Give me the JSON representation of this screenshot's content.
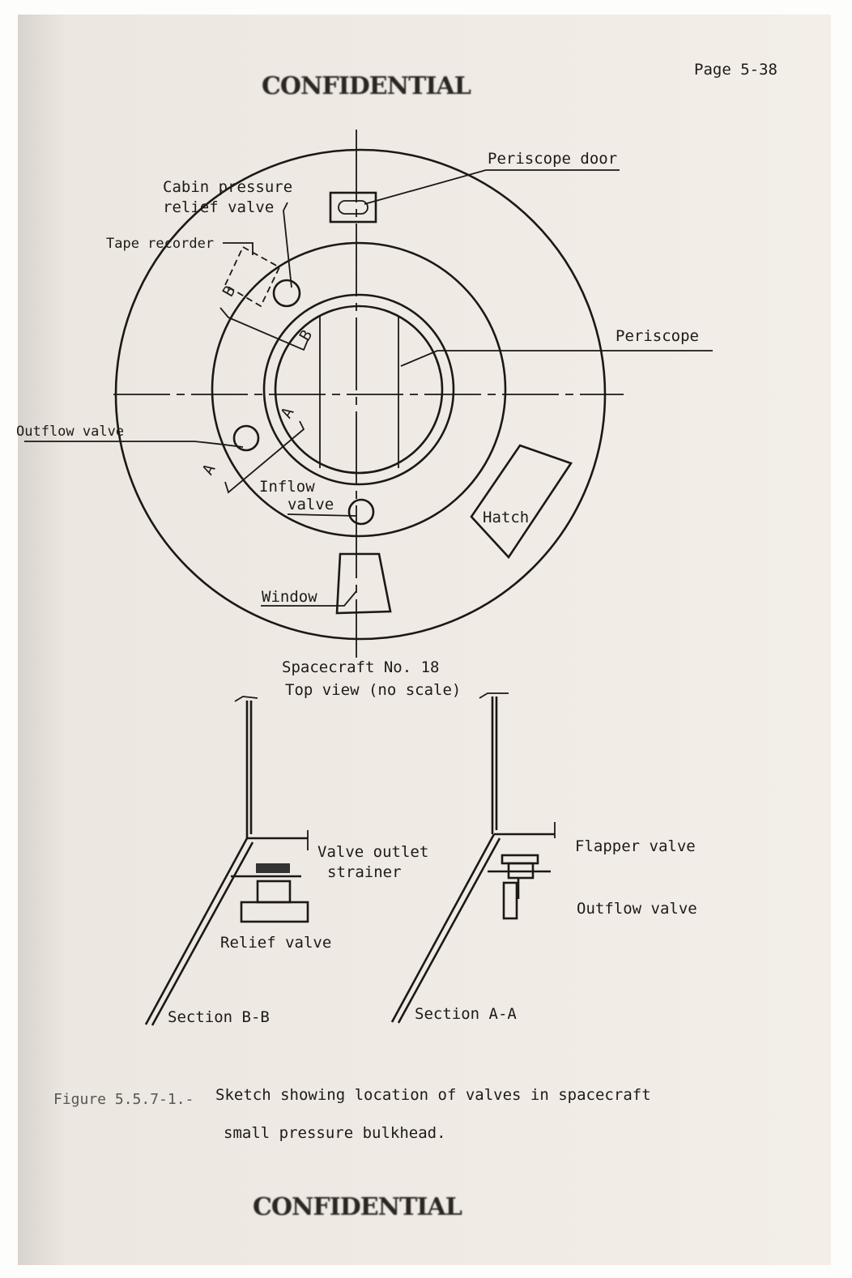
{
  "page_number": "Page 5-38",
  "classification_top": "CONFIDENTIAL",
  "classification_bottom": "CONFIDENTIAL",
  "top_view": {
    "labels": {
      "periscope_door": "Periscope door",
      "cabin_pressure_1": "Cabin pressure",
      "cabin_pressure_2": "relief valve",
      "tape_recorder": "Tape recorder",
      "periscope": "Periscope",
      "outflow_valve": "Outflow valve",
      "inflow_1": "Inflow",
      "inflow_2": "valve",
      "hatch": "Hatch",
      "window": "Window",
      "section_a": "A",
      "section_b": "B"
    },
    "caption_1": "Spacecraft No. 18",
    "caption_2": "Top view (no scale)"
  },
  "section_bb": {
    "title": "Section B-B",
    "strainer_1": "Valve outlet",
    "strainer_2": "strainer",
    "relief": "Relief valve"
  },
  "section_aa": {
    "title": "Section A-A",
    "flapper": "Flapper valve",
    "outflow": "Outflow valve"
  },
  "figure_caption": {
    "number": "Figure 5.5.7-1.-",
    "line1": "Sketch showing location of valves in spacecraft",
    "line2": "small pressure bulkhead."
  }
}
